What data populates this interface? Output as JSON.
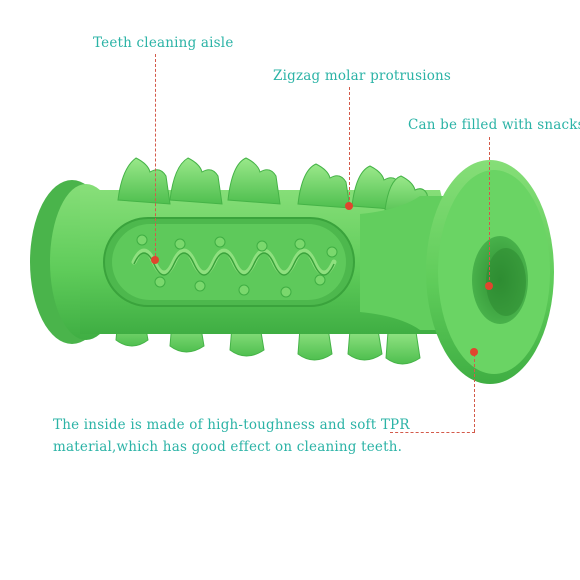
{
  "colors": {
    "label_text": "#2bb3a6",
    "leader_line": "#d35a4a",
    "marker_dot": "#e0452e",
    "toy_green": "#6ed46b",
    "toy_dark": "#3fae43",
    "toy_light": "#8fe07f"
  },
  "callouts": {
    "teeth_cleaning": "Teeth cleaning aisle",
    "zigzag_molar": "Zigzag molar protrusions",
    "snacks": "Can be filled with snacks",
    "inside_line1": "The inside is made of high-toughness and soft TPR",
    "inside_line2": "material,which has good effect on cleaning teeth."
  }
}
